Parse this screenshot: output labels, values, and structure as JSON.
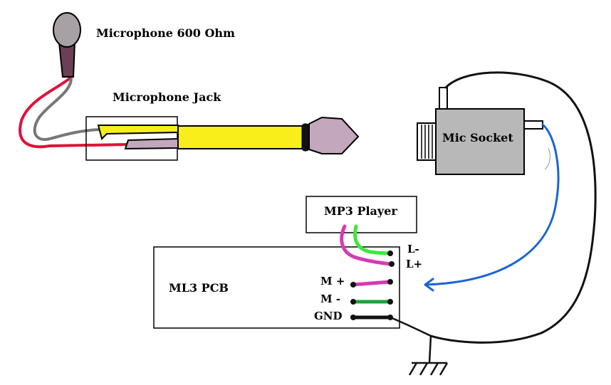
{
  "labels": {
    "microphone": "Microphone 600 Ohm",
    "microphone_jack": "Microphone Jack",
    "mic_socket": "Mic Socket",
    "mp3_player": "MP3 Player",
    "pcb": "ML3 PCB",
    "l_minus": "L-",
    "l_plus": "L+",
    "m_plus": "M +",
    "m_minus": "M -",
    "gnd": "GND"
  },
  "colors": {
    "wire_red": "#e0123a",
    "wire_gray": "#777777",
    "wire_blue": "#1b64d4",
    "wire_magenta": "#d63ab4",
    "wire_green_bright": "#3de83d",
    "wire_green_dark": "#1aa43c",
    "wire_black": "#111111",
    "jack_yellow": "#f7ee1a",
    "plug_mauve": "#c3a7bc",
    "mic_head": "#a7a1a6",
    "mic_handle": "#6b3f55",
    "socket_gray": "#b8b8b8",
    "pcb_label": "#1b5fc8"
  },
  "icons": {
    "microphone": "microphone-icon",
    "jack": "audio-jack-plug-icon",
    "socket": "mic-socket-icon",
    "ground": "ground-symbol-icon"
  }
}
